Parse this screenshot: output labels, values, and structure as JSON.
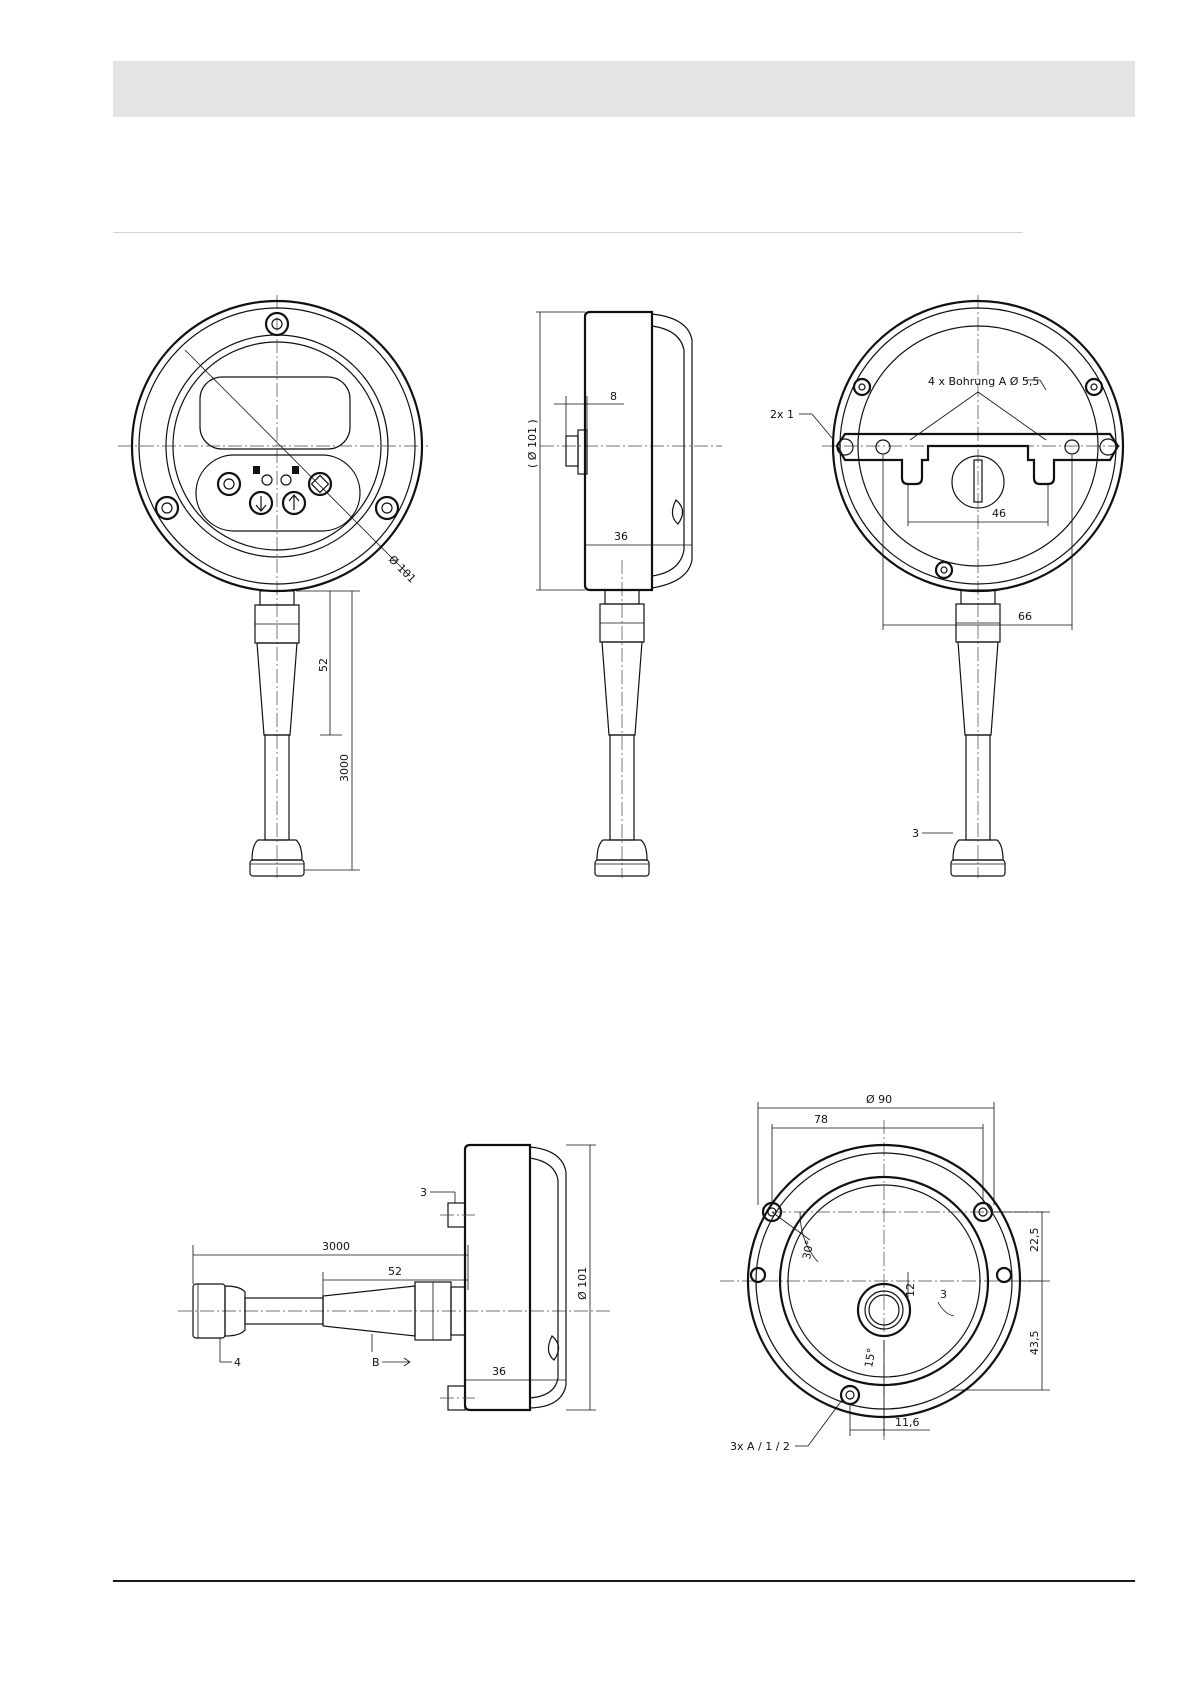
{
  "dimensions": {
    "front_diameter": "Ø 101",
    "front_probe_length": "52",
    "front_cable_length": "3000",
    "side_ref_diameter": "( Ø 101 )",
    "side_thickness": "36",
    "side_stud": "8",
    "rear_bracket_note": "4 x Bohrung A Ø 5,5",
    "rear_callout_1": "2x 1",
    "rear_slot": "46",
    "rear_holes": "66",
    "rear_callout_3": "3",
    "bottom_cable_length": "3000",
    "bottom_probe_length": "52",
    "bottom_thickness": "36",
    "bottom_diameter": "Ø 101",
    "bottom_callout_3": "3",
    "bottom_callout_4": "4",
    "bottom_callout_b": "B",
    "back_outer_diameter": "Ø 90",
    "back_bolt_spacing": "78",
    "back_angle": "30°",
    "back_angle_small": "15°",
    "back_offset_12": "12",
    "back_height_1": "22,5",
    "back_height_2": "43,5",
    "back_offset_116": "11,6",
    "back_thread_note": "3x A / 1 / 2",
    "back_callout_small": "3"
  }
}
